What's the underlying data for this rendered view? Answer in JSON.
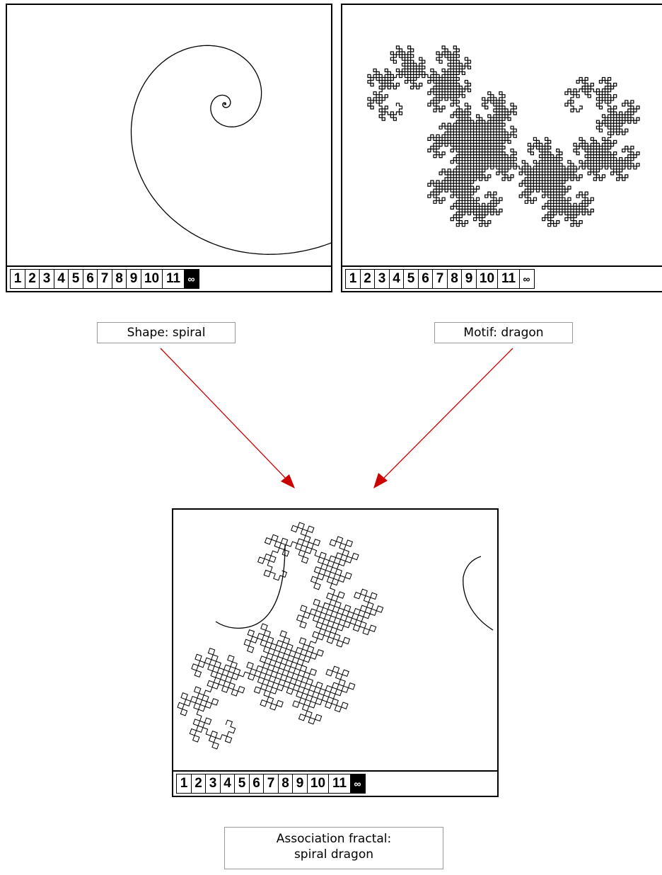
{
  "panels": {
    "shape": {
      "tabs": [
        "1",
        "2",
        "3",
        "4",
        "5",
        "6",
        "7",
        "8",
        "9",
        "10",
        "11",
        "∞"
      ],
      "selected_tab": "∞"
    },
    "motif": {
      "tabs": [
        "1",
        "2",
        "3",
        "4",
        "5",
        "6",
        "7",
        "8",
        "9",
        "10",
        "11",
        "∞"
      ],
      "selected_tab": ""
    },
    "result": {
      "tabs": [
        "1",
        "2",
        "3",
        "4",
        "5",
        "6",
        "7",
        "8",
        "9",
        "10",
        "11",
        "∞"
      ],
      "selected_tab": "∞"
    }
  },
  "labels": {
    "shape": "Shape: spiral",
    "motif": "Motif: dragon",
    "result_line1": "Association fractal:",
    "result_line2": "spiral dragon"
  },
  "colors": {
    "arrow": "#cc0000",
    "stroke": "#000000"
  }
}
